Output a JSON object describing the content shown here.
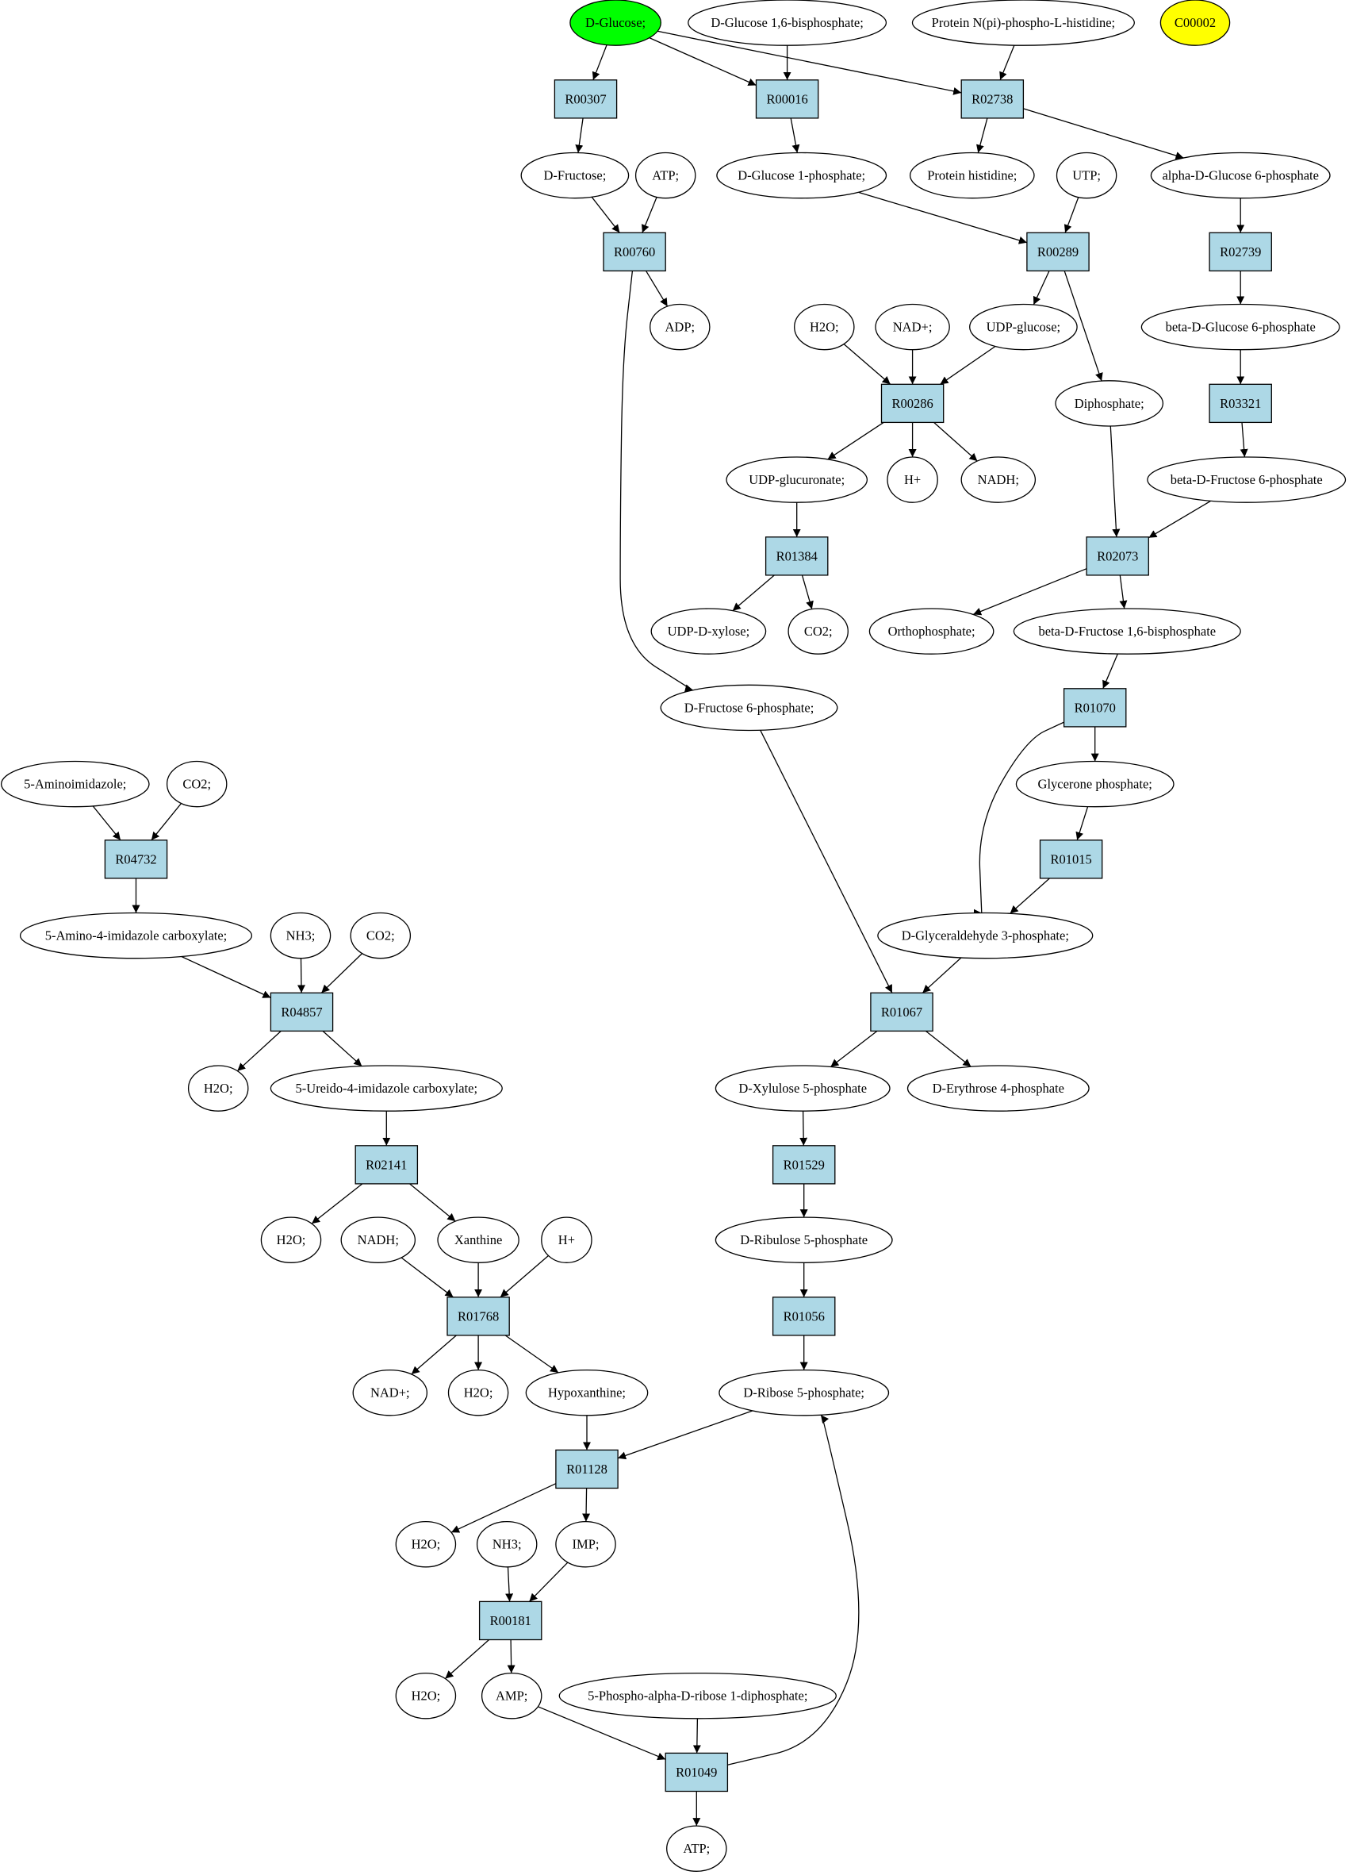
{
  "colors": {
    "reaction_fill": "#add8e6",
    "metabolite_fill": "#ffffff",
    "highlight_green": "#00ff00",
    "highlight_yellow": "#ffff00",
    "stroke": "#000000"
  },
  "nodes": [
    {
      "id": "m_dglucose",
      "label": "D-Glucose;",
      "kind": "metabolite",
      "fill": "#00ff00"
    },
    {
      "id": "m_glc16bp",
      "label": "D-Glucose 1,6-bisphosphate;",
      "kind": "metabolite"
    },
    {
      "id": "m_protnphis",
      "label": "Protein N(pi)-phospho-L-histidine;",
      "kind": "metabolite"
    },
    {
      "id": "m_c00002",
      "label": "C00002",
      "kind": "metabolite",
      "fill": "#ffff00"
    },
    {
      "id": "r_R00307",
      "label": "R00307",
      "kind": "reaction"
    },
    {
      "id": "r_R00016",
      "label": "R00016",
      "kind": "reaction"
    },
    {
      "id": "r_R02738",
      "label": "R02738",
      "kind": "reaction"
    },
    {
      "id": "m_dfructose",
      "label": "D-Fructose;",
      "kind": "metabolite"
    },
    {
      "id": "m_atp1",
      "label": "ATP;",
      "kind": "metabolite"
    },
    {
      "id": "m_glc1p",
      "label": "D-Glucose 1-phosphate;",
      "kind": "metabolite"
    },
    {
      "id": "m_prothis",
      "label": "Protein histidine;",
      "kind": "metabolite"
    },
    {
      "id": "m_utp",
      "label": "UTP;",
      "kind": "metabolite"
    },
    {
      "id": "m_aglc6p",
      "label": "alpha-D-Glucose 6-phosphate",
      "kind": "metabolite"
    },
    {
      "id": "r_R00760",
      "label": "R00760",
      "kind": "reaction"
    },
    {
      "id": "r_R00289",
      "label": "R00289",
      "kind": "reaction"
    },
    {
      "id": "r_R02739",
      "label": "R02739",
      "kind": "reaction"
    },
    {
      "id": "m_adp",
      "label": "ADP;",
      "kind": "metabolite"
    },
    {
      "id": "m_h2o_a",
      "label": "H2O;",
      "kind": "metabolite"
    },
    {
      "id": "m_nadp_a",
      "label": "NAD+;",
      "kind": "metabolite"
    },
    {
      "id": "m_udpglc",
      "label": "UDP-glucose;",
      "kind": "metabolite"
    },
    {
      "id": "m_bglc6p",
      "label": "beta-D-Glucose 6-phosphate",
      "kind": "metabolite"
    },
    {
      "id": "r_R00286",
      "label": "R00286",
      "kind": "reaction"
    },
    {
      "id": "m_diphos",
      "label": "Diphosphate;",
      "kind": "metabolite"
    },
    {
      "id": "r_R03321",
      "label": "R03321",
      "kind": "reaction"
    },
    {
      "id": "m_udpglcur",
      "label": "UDP-glucuronate;",
      "kind": "metabolite"
    },
    {
      "id": "m_hplus_a",
      "label": "H+",
      "kind": "metabolite"
    },
    {
      "id": "m_nadh_a",
      "label": "NADH;",
      "kind": "metabolite"
    },
    {
      "id": "m_bfru6p",
      "label": "beta-D-Fructose 6-phosphate",
      "kind": "metabolite"
    },
    {
      "id": "r_R01384",
      "label": "R01384",
      "kind": "reaction"
    },
    {
      "id": "r_R02073",
      "label": "R02073",
      "kind": "reaction"
    },
    {
      "id": "m_udpxyl",
      "label": "UDP-D-xylose;",
      "kind": "metabolite"
    },
    {
      "id": "m_co2_a",
      "label": "CO2;",
      "kind": "metabolite"
    },
    {
      "id": "m_orthophos",
      "label": "Orthophosphate;",
      "kind": "metabolite"
    },
    {
      "id": "m_bfru16bp",
      "label": "beta-D-Fructose 1,6-bisphosphate",
      "kind": "metabolite"
    },
    {
      "id": "m_fru6p",
      "label": "D-Fructose 6-phosphate;",
      "kind": "metabolite"
    },
    {
      "id": "r_R01070",
      "label": "R01070",
      "kind": "reaction"
    },
    {
      "id": "m_5aminoimid",
      "label": "5-Aminoimidazole;",
      "kind": "metabolite"
    },
    {
      "id": "m_co2_b",
      "label": "CO2;",
      "kind": "metabolite"
    },
    {
      "id": "m_glycerone",
      "label": "Glycerone phosphate;",
      "kind": "metabolite"
    },
    {
      "id": "r_R04732",
      "label": "R04732",
      "kind": "reaction"
    },
    {
      "id": "r_R01015",
      "label": "R01015",
      "kind": "reaction"
    },
    {
      "id": "m_5a4ic",
      "label": "5-Amino-4-imidazole carboxylate;",
      "kind": "metabolite"
    },
    {
      "id": "m_nh3_a",
      "label": "NH3;",
      "kind": "metabolite"
    },
    {
      "id": "m_co2_c",
      "label": "CO2;",
      "kind": "metabolite"
    },
    {
      "id": "m_g3p",
      "label": "D-Glyceraldehyde 3-phosphate;",
      "kind": "metabolite"
    },
    {
      "id": "r_R04857",
      "label": "R04857",
      "kind": "reaction"
    },
    {
      "id": "r_R01067",
      "label": "R01067",
      "kind": "reaction"
    },
    {
      "id": "m_h2o_b",
      "label": "H2O;",
      "kind": "metabolite"
    },
    {
      "id": "m_5u4ic",
      "label": "5-Ureido-4-imidazole carboxylate;",
      "kind": "metabolite"
    },
    {
      "id": "m_xyl5p",
      "label": "D-Xylulose 5-phosphate",
      "kind": "metabolite"
    },
    {
      "id": "m_ery4p",
      "label": "D-Erythrose 4-phosphate",
      "kind": "metabolite"
    },
    {
      "id": "r_R02141",
      "label": "R02141",
      "kind": "reaction"
    },
    {
      "id": "r_R01529",
      "label": "R01529",
      "kind": "reaction"
    },
    {
      "id": "m_h2o_c",
      "label": "H2O;",
      "kind": "metabolite"
    },
    {
      "id": "m_nadh_b",
      "label": "NADH;",
      "kind": "metabolite"
    },
    {
      "id": "m_xanthine",
      "label": "Xanthine",
      "kind": "metabolite"
    },
    {
      "id": "m_hplus_b",
      "label": "H+",
      "kind": "metabolite"
    },
    {
      "id": "m_rib5p",
      "label": "D-Ribulose 5-phosphate",
      "kind": "metabolite"
    },
    {
      "id": "r_R01768",
      "label": "R01768",
      "kind": "reaction"
    },
    {
      "id": "r_R01056",
      "label": "R01056",
      "kind": "reaction"
    },
    {
      "id": "m_nadp_b",
      "label": "NAD+;",
      "kind": "metabolite"
    },
    {
      "id": "m_h2o_d",
      "label": "H2O;",
      "kind": "metabolite"
    },
    {
      "id": "m_hypox",
      "label": "Hypoxanthine;",
      "kind": "metabolite"
    },
    {
      "id": "m_ribose5p",
      "label": "D-Ribose 5-phosphate;",
      "kind": "metabolite"
    },
    {
      "id": "r_R01128",
      "label": "R01128",
      "kind": "reaction"
    },
    {
      "id": "m_h2o_e",
      "label": "H2O;",
      "kind": "metabolite"
    },
    {
      "id": "m_nh3_b",
      "label": "NH3;",
      "kind": "metabolite"
    },
    {
      "id": "m_imp",
      "label": "IMP;",
      "kind": "metabolite"
    },
    {
      "id": "r_R00181",
      "label": "R00181",
      "kind": "reaction"
    },
    {
      "id": "m_h2o_f",
      "label": "H2O;",
      "kind": "metabolite"
    },
    {
      "id": "m_amp",
      "label": "AMP;",
      "kind": "metabolite"
    },
    {
      "id": "m_prpp",
      "label": "5-Phospho-alpha-D-ribose 1-diphosphate;",
      "kind": "metabolite"
    },
    {
      "id": "r_R01049",
      "label": "R01049",
      "kind": "reaction"
    },
    {
      "id": "m_atp2",
      "label": "ATP;",
      "kind": "metabolite"
    }
  ],
  "edges": [
    [
      "m_dglucose",
      "r_R00307"
    ],
    [
      "m_dglucose",
      "r_R00016"
    ],
    [
      "m_dglucose",
      "r_R02738"
    ],
    [
      "m_glc16bp",
      "r_R00016"
    ],
    [
      "m_protnphis",
      "r_R02738"
    ],
    [
      "r_R00307",
      "m_dfructose"
    ],
    [
      "r_R00016",
      "m_glc1p"
    ],
    [
      "r_R02738",
      "m_prothis"
    ],
    [
      "r_R02738",
      "m_aglc6p"
    ],
    [
      "m_dfructose",
      "r_R00760"
    ],
    [
      "m_atp1",
      "r_R00760"
    ],
    [
      "m_glc1p",
      "r_R00289"
    ],
    [
      "m_utp",
      "r_R00289"
    ],
    [
      "m_aglc6p",
      "r_R02739"
    ],
    [
      "r_R00760",
      "m_adp"
    ],
    [
      "r_R00760",
      "m_fru6p"
    ],
    [
      "r_R00289",
      "m_udpglc"
    ],
    [
      "r_R00289",
      "m_diphos"
    ],
    [
      "r_R02739",
      "m_bglc6p"
    ],
    [
      "m_h2o_a",
      "r_R00286"
    ],
    [
      "m_nadp_a",
      "r_R00286"
    ],
    [
      "m_udpglc",
      "r_R00286"
    ],
    [
      "m_bglc6p",
      "r_R03321"
    ],
    [
      "r_R00286",
      "m_udpglcur"
    ],
    [
      "r_R00286",
      "m_hplus_a"
    ],
    [
      "r_R00286",
      "m_nadh_a"
    ],
    [
      "r_R03321",
      "m_bfru6p"
    ],
    [
      "m_udpglcur",
      "r_R01384"
    ],
    [
      "m_diphos",
      "r_R02073"
    ],
    [
      "m_bfru6p",
      "r_R02073"
    ],
    [
      "r_R01384",
      "m_udpxyl"
    ],
    [
      "r_R01384",
      "m_co2_a"
    ],
    [
      "r_R02073",
      "m_orthophos"
    ],
    [
      "r_R02073",
      "m_bfru16bp"
    ],
    [
      "m_bfru16bp",
      "r_R01070"
    ],
    [
      "r_R01070",
      "m_glycerone"
    ],
    [
      "r_R01070",
      "m_g3p"
    ],
    [
      "m_glycerone",
      "r_R01015"
    ],
    [
      "r_R01015",
      "m_g3p"
    ],
    [
      "m_5aminoimid",
      "r_R04732"
    ],
    [
      "m_co2_b",
      "r_R04732"
    ],
    [
      "r_R04732",
      "m_5a4ic"
    ],
    [
      "m_5a4ic",
      "r_R04857"
    ],
    [
      "m_nh3_a",
      "r_R04857"
    ],
    [
      "m_co2_c",
      "r_R04857"
    ],
    [
      "m_fru6p",
      "r_R01067"
    ],
    [
      "m_g3p",
      "r_R01067"
    ],
    [
      "r_R04857",
      "m_h2o_b"
    ],
    [
      "r_R04857",
      "m_5u4ic"
    ],
    [
      "r_R01067",
      "m_xyl5p"
    ],
    [
      "r_R01067",
      "m_ery4p"
    ],
    [
      "m_5u4ic",
      "r_R02141"
    ],
    [
      "m_xyl5p",
      "r_R01529"
    ],
    [
      "r_R02141",
      "m_h2o_c"
    ],
    [
      "r_R02141",
      "m_xanthine"
    ],
    [
      "r_R01529",
      "m_rib5p"
    ],
    [
      "m_nadh_b",
      "r_R01768"
    ],
    [
      "m_xanthine",
      "r_R01768"
    ],
    [
      "m_hplus_b",
      "r_R01768"
    ],
    [
      "m_rib5p",
      "r_R01056"
    ],
    [
      "r_R01768",
      "m_nadp_b"
    ],
    [
      "r_R01768",
      "m_h2o_d"
    ],
    [
      "r_R01768",
      "m_hypox"
    ],
    [
      "r_R01056",
      "m_ribose5p"
    ],
    [
      "m_hypox",
      "r_R01128"
    ],
    [
      "m_ribose5p",
      "r_R01128"
    ],
    [
      "r_R01128",
      "m_h2o_e"
    ],
    [
      "r_R01128",
      "m_imp"
    ],
    [
      "m_nh3_b",
      "r_R00181"
    ],
    [
      "m_imp",
      "r_R00181"
    ],
    [
      "r_R00181",
      "m_h2o_f"
    ],
    [
      "r_R00181",
      "m_amp"
    ],
    [
      "m_amp",
      "r_R01049"
    ],
    [
      "m_prpp",
      "r_R01049"
    ],
    [
      "r_R01049",
      "m_atp2"
    ],
    [
      "r_R01049",
      "m_ribose5p"
    ]
  ]
}
